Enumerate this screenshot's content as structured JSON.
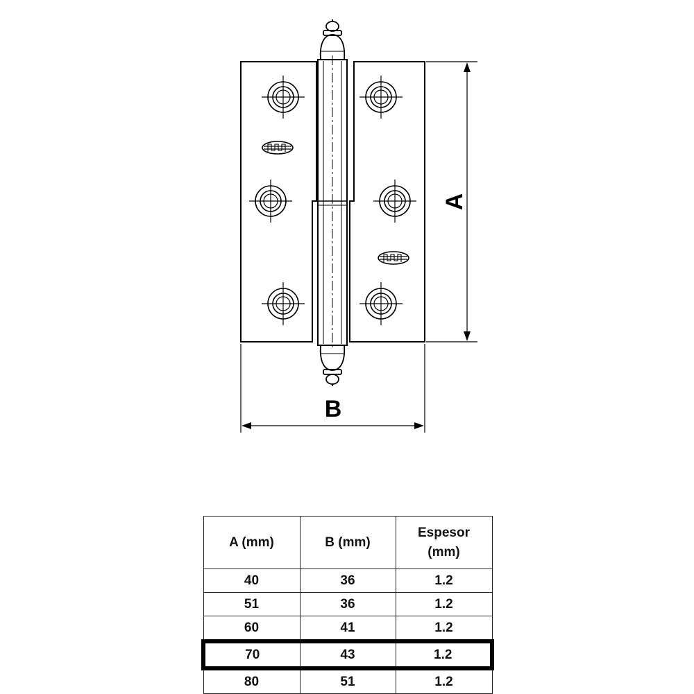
{
  "drawing": {
    "dimension_a_label": "A",
    "dimension_b_label": "B",
    "icons": [
      "hinge-drawing",
      "screw-hole-icon",
      "maker-stamp-icon",
      "finial-icon"
    ]
  },
  "table": {
    "headers": [
      "A (mm)",
      "B (mm)",
      "Espesor (mm)"
    ],
    "header_lines": [
      [
        "A (mm)"
      ],
      [
        "B (mm)"
      ],
      [
        "Espesor",
        "(mm)"
      ]
    ],
    "rows": [
      [
        "40",
        "36",
        "1.2"
      ],
      [
        "51",
        "36",
        "1.2"
      ],
      [
        "60",
        "41",
        "1.2"
      ],
      [
        "70",
        "43",
        "1.2"
      ],
      [
        "80",
        "51",
        "1.2"
      ]
    ],
    "highlighted_row": 3
  },
  "colors": {
    "line": "#000000",
    "background": "#ffffff"
  }
}
